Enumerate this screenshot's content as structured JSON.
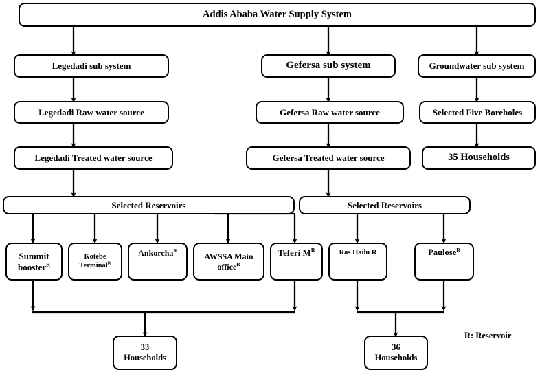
{
  "diagram": {
    "title": "Addis Ababa Water Supply System",
    "legend": "R: Reservoir",
    "nodes": {
      "root": "Addis Ababa Water Supply System",
      "legedadi_sub": "Legedadi sub system",
      "gefersa_sub": "Gefersa sub system",
      "groundwater_sub": "Groundwater sub system",
      "legedadi_raw": "Legedadi Raw water source",
      "gefersa_raw": "Gefersa Raw water source",
      "boreholes": "Selected Five Boreholes",
      "legedadi_treated": "Legedadi Treated water source",
      "gefersa_treated": "Gefersa Treated water source",
      "households_35": "35 Households",
      "reservoirs_left": "Selected Reservoirs",
      "reservoirs_right": "Selected Reservoirs",
      "summit_booster": "Summit booster",
      "kotebe_terminal": "Kotebe Terminal",
      "ankorcha": "Ankorcha",
      "awssa_main_office": "AWSSA Main office",
      "teferi_m": "Teferi M",
      "ras_hailu": "Ras Hailu R",
      "paulose": "Paulose",
      "households_33_count": "33",
      "households_33_label": "Households",
      "households_36_count": "36",
      "households_36_label": "Households"
    },
    "superscript": "R",
    "colors": {
      "stroke": "#000000",
      "fill": "#ffffff",
      "text": "#000000"
    }
  }
}
